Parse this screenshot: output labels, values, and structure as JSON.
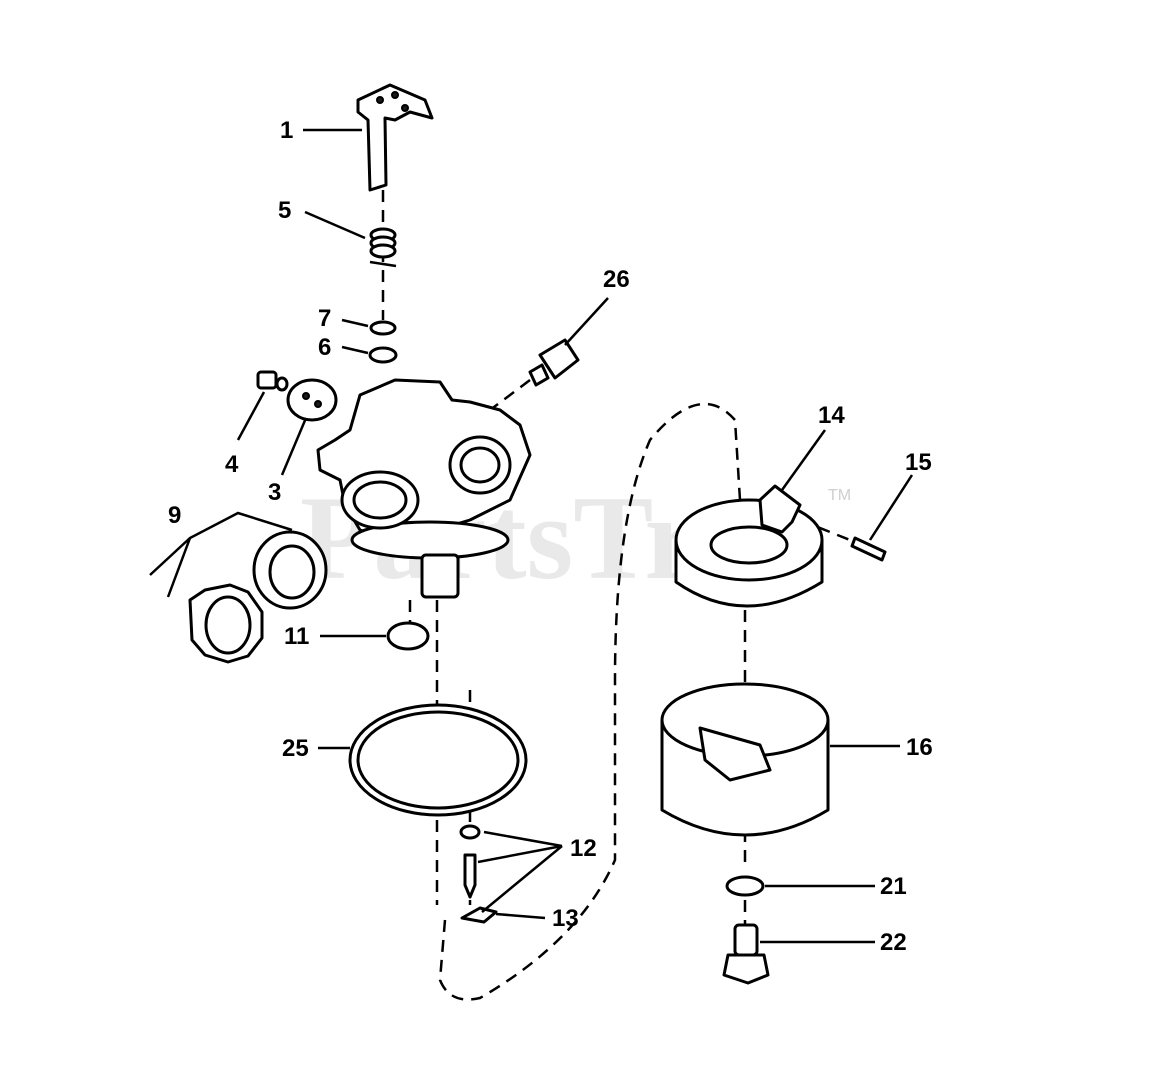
{
  "watermark": {
    "text": "PartsTree",
    "trademark": "TM"
  },
  "callouts": [
    {
      "id": "p1",
      "label": "1"
    },
    {
      "id": "p5",
      "label": "5"
    },
    {
      "id": "p26",
      "label": "26"
    },
    {
      "id": "p7",
      "label": "7"
    },
    {
      "id": "p6",
      "label": "6"
    },
    {
      "id": "p4",
      "label": "4"
    },
    {
      "id": "p3",
      "label": "3"
    },
    {
      "id": "p9",
      "label": "9"
    },
    {
      "id": "p11",
      "label": "11"
    },
    {
      "id": "p25",
      "label": "25"
    },
    {
      "id": "p12",
      "label": "12"
    },
    {
      "id": "p13",
      "label": "13"
    },
    {
      "id": "p14",
      "label": "14"
    },
    {
      "id": "p15",
      "label": "15"
    },
    {
      "id": "p16",
      "label": "16"
    },
    {
      "id": "p21",
      "label": "21"
    },
    {
      "id": "p22",
      "label": "22"
    }
  ]
}
